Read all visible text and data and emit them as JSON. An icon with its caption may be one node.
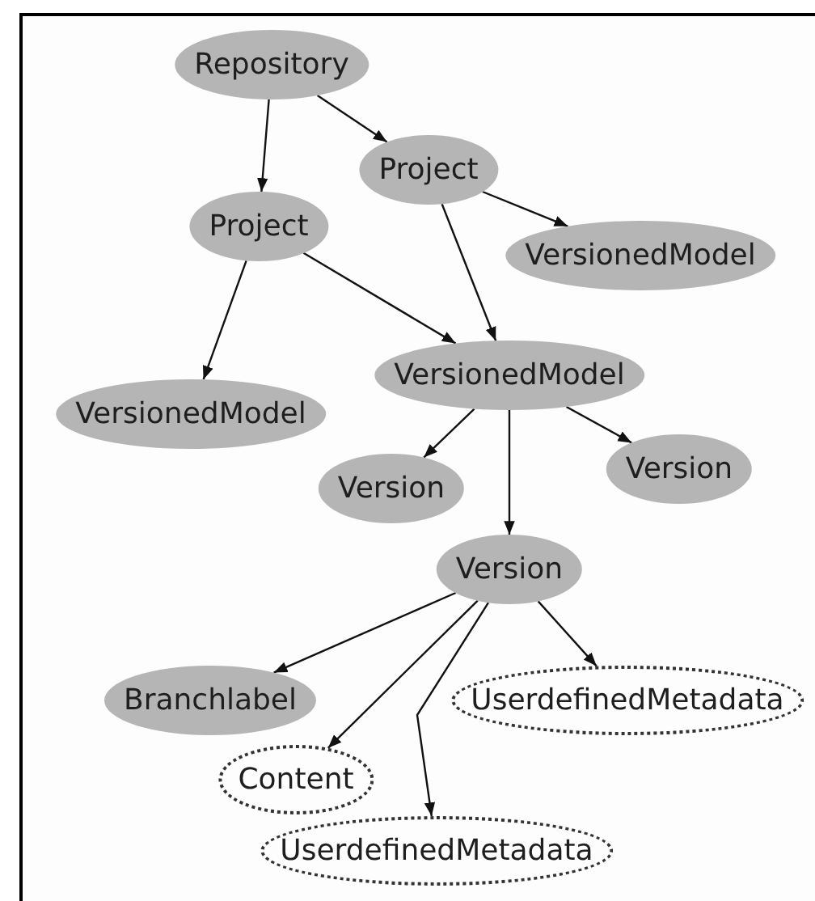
{
  "diagram": {
    "nodes": [
      {
        "text": [
          "Repository"
        ]
      },
      {
        "text": [
          "Project"
        ]
      },
      {
        "text": [
          "Project"
        ]
      },
      {
        "text": [
          "VersionedModel"
        ]
      },
      {
        "text": [
          "VersionedModel"
        ]
      },
      {
        "text": [
          "VersionedModel"
        ]
      },
      {
        "text": [
          "Version"
        ]
      },
      {
        "text": [
          "Version"
        ]
      },
      {
        "text": [
          "Version"
        ]
      },
      {
        "text": [
          "Branchlabel"
        ]
      },
      {
        "text": [
          "UserdefinedMetadata"
        ]
      },
      {
        "text": [
          "Content"
        ]
      },
      {
        "text": [
          "UserdefinedMetadata"
        ]
      }
    ],
    "edges": [
      {
        "from": 0,
        "to": 1,
        "arrow": "to"
      },
      {
        "from": 0,
        "to": 2,
        "arrow": "to"
      },
      {
        "from": 1,
        "to": 3,
        "arrow": "to"
      },
      {
        "from": 1,
        "to": 4,
        "arrow": "to"
      },
      {
        "from": 2,
        "to": 4,
        "arrow": "to"
      },
      {
        "from": 2,
        "to": 5,
        "arrow": "to"
      },
      {
        "from": 4,
        "to": 6,
        "arrow": "to"
      },
      {
        "from": 4,
        "to": 7,
        "arrow": "to"
      },
      {
        "from": 4,
        "to": 8,
        "arrow": "to"
      },
      {
        "from": 8,
        "to": 9,
        "arrow": "to"
      },
      {
        "from": 8,
        "to": 10,
        "arrow": "to"
      },
      {
        "from": 8,
        "to": 11,
        "arrow": "to"
      },
      {
        "from": 8,
        "to": 12,
        "arrow": "to"
      }
    ]
  }
}
